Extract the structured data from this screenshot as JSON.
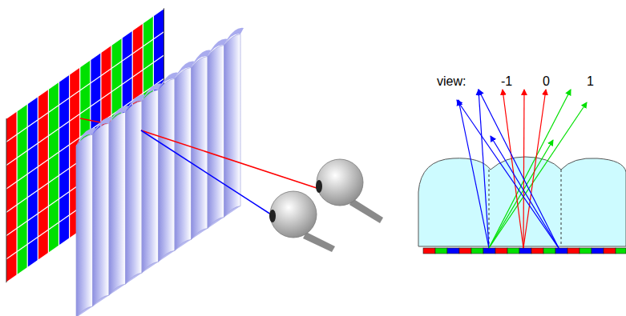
{
  "diagram": {
    "labels": [
      "view:",
      "-1",
      "0",
      "1"
    ]
  }
}
